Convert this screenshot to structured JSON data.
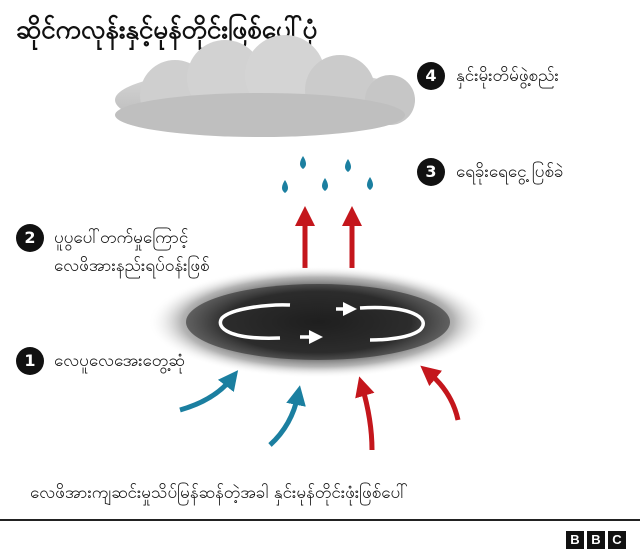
{
  "title": "ဆိုင်ကလုန်းနှင့်မုန်တိုင်းဖြစ်ပေါ်ပုံ",
  "steps": [
    {
      "number": "1",
      "text": "လေပူလေအေးတွေ့ဆုံ"
    },
    {
      "number": "2",
      "text_line1": "ပူပွပေါ်တက်မှုကြောင့်",
      "text_line2": "လေဖိအားနည်းရပ်ဝန်းဖြစ်"
    },
    {
      "number": "3",
      "text": "ရေခိုးရေငွေ့ ပြစ်ခဲ"
    },
    {
      "number": "4",
      "text": "နှင်းမိုးတိမ်ဖွဲ့စည်း"
    }
  ],
  "footer": "လေဖိအားကျဆင်းမှုသိပ်မြန်ဆန်တဲ့အခါ နှင်းမုန်တိုင်းဖုံးဖြစ်ပေါ်",
  "logo": [
    "B",
    "B",
    "C"
  ],
  "colors": {
    "warm_arrow": "#c4161c",
    "cool_arrow": "#1b7fa0",
    "rain": "#1b7fa0",
    "cloud": "#c9c9c9",
    "vortex": "#2b2b2b"
  }
}
